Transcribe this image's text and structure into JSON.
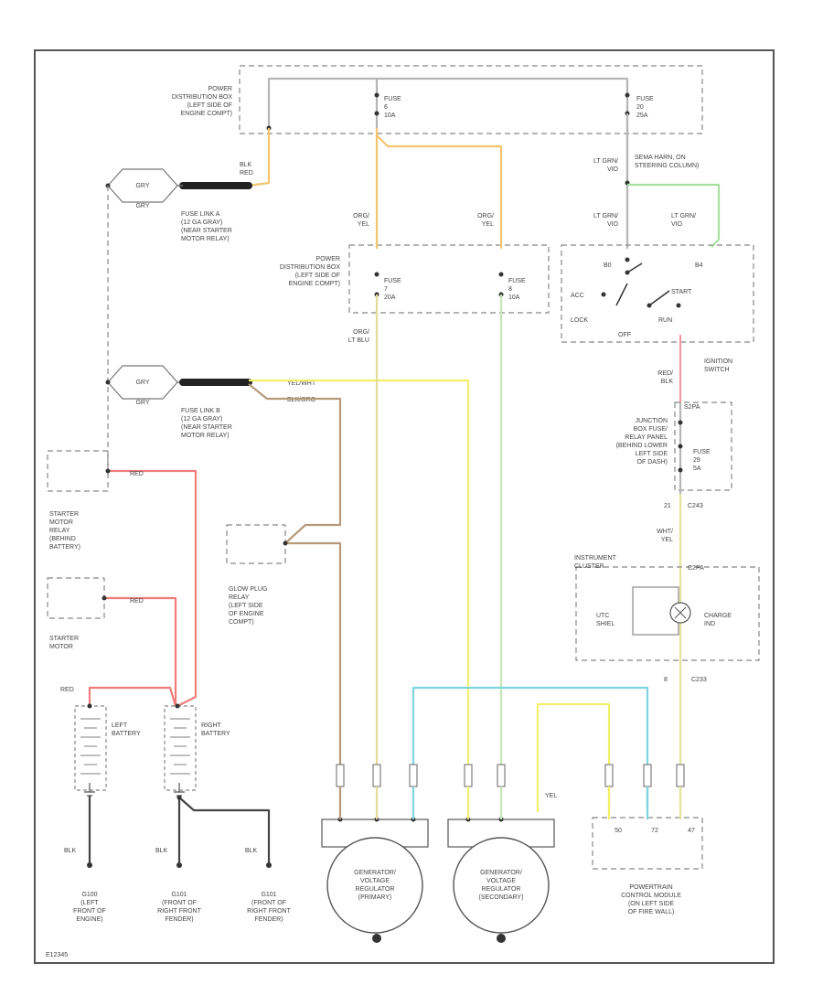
{
  "colors": {
    "orange": "#f5c46e",
    "yellow": "#f2ef6a",
    "tan": "#b79a7c",
    "red": "#ef7b7b",
    "cyan": "#7dd5e0",
    "green": "#a6e3a0",
    "pale_green": "#c6e6b6",
    "pink": "#ef9aa3",
    "gray": "#b5b5b5",
    "black": "#222222"
  },
  "pdb_top": {
    "lines": [
      "POWER",
      "DISTRIBUTION BOX",
      "(LEFT SIDE OF",
      "ENGINE COMPT)"
    ],
    "fuse_a": [
      "FUSE",
      "6",
      "10A"
    ],
    "fuse_b": [
      "FUSE",
      "20",
      "25A"
    ]
  },
  "pdb_mid": {
    "lines": [
      "POWER",
      "DISTRIBUTION BOX",
      "(LEFT SIDE OF",
      "ENGINE COMPT)"
    ],
    "fuse_a": [
      "FUSE",
      "7",
      "20A"
    ],
    "fuse_b": [
      "FUSE",
      "8",
      "10A"
    ]
  },
  "fuse_link_a": {
    "wire_top": "GRY",
    "wire_bottom": "GRY",
    "end_label": [
      "BLK",
      "RED"
    ],
    "lines": [
      "FUSE LINK A",
      "(12 GA GRAY)",
      "(NEAR STARTER",
      "MOTOR RELAY)"
    ]
  },
  "fuse_link_b": {
    "wire_top": "GRY",
    "wire_bottom": "GRY",
    "wire_a": "YEL/WHT",
    "wire_b": "BLK/ORG",
    "lines": [
      "FUSE LINK B",
      "(12 GA GRAY)",
      "(NEAR STARTER",
      "MOTOR RELAY)"
    ]
  },
  "wires": {
    "org_yel_1": [
      "ORG/",
      "YEL"
    ],
    "org_yel_2": [
      "ORG/",
      "YEL"
    ],
    "org_ltblu": [
      "ORG/",
      "LT BLU"
    ],
    "lt_grn_vio_1": [
      "LT GRN/",
      "VIO"
    ],
    "lt_grn_vio_2": [
      "LT GRN/",
      "VIO"
    ],
    "lt_grn_vio_3": [
      "LT GRN/",
      "VIO"
    ],
    "sema_harn": [
      "SEMA HARN, ON",
      "STEERING COLUMN)"
    ],
    "red_blk": [
      "RED/",
      "BLK"
    ],
    "wht_yel": [
      "WHT/",
      "YEL"
    ],
    "red_1": "RED",
    "red_2": "RED",
    "red_3": "RED",
    "blk_1": "BLK",
    "blk_2": "BLK",
    "blk_3": "BLK",
    "yel_pcm": "YEL"
  },
  "ignition": {
    "pos_b0": "B0",
    "pos_b4": "B4",
    "acc": "ACC",
    "lock": "LOCK",
    "off": "OFF",
    "start": "START",
    "run": "RUN",
    "lines": [
      "IGNITION",
      "SWITCH"
    ]
  },
  "junction_box": {
    "lines": [
      "JUNCTION",
      "BOX FUSE/",
      "RELAY PANEL",
      "(BEHIND LOWER",
      "LEFT SIDE",
      "OF DASH)"
    ],
    "fuse": [
      "FUSE",
      "29",
      "5A"
    ],
    "conn": "S2PA",
    "c1": "21",
    "c1b": "C243"
  },
  "instrument": {
    "lines": [
      "INSTRUMENT",
      "CLUSTER"
    ],
    "conn": "C2PA",
    "left": [
      "UTC",
      "SHIEL"
    ],
    "right": [
      "CHARGE",
      "IND"
    ],
    "c2": "8",
    "c2b": "C233"
  },
  "starter_relay": {
    "lines": [
      "STARTER",
      "MOTOR",
      "RELAY",
      "(BEHIND",
      "BATTERY)"
    ]
  },
  "starter_motor": {
    "lines": [
      "STARTER",
      "MOTOR"
    ]
  },
  "glow_relay": {
    "lines": [
      "GLOW PLUG",
      "RELAY",
      "(LEFT SIDE",
      "OF ENGINE",
      "COMPT)"
    ]
  },
  "battery_left": {
    "lines": [
      "LEFT",
      "BATTERY"
    ]
  },
  "battery_right": {
    "lines": [
      "RIGHT",
      "BATTERY"
    ]
  },
  "grounds": [
    {
      "id": "G100",
      "lines": [
        "G100",
        "(LEFT",
        "FRONT OF",
        "ENGINE)"
      ]
    },
    {
      "id": "G101",
      "lines": [
        "G101",
        "(FRONT OF",
        "RIGHT FRONT",
        "FENDER)"
      ]
    },
    {
      "id": "G101b",
      "lines": [
        "G101",
        "(FRONT OF",
        "RIGHT FRONT",
        "FENDER)"
      ]
    }
  ],
  "gen_primary": {
    "lines": [
      "GENERATOR/",
      "VOLTAGE",
      "REGULATOR",
      "(PRIMARY)"
    ]
  },
  "gen_secondary": {
    "lines": [
      "GENERATOR/",
      "VOLTAGE",
      "REGULATOR",
      "(SECONDARY)"
    ]
  },
  "pcm": {
    "lines": [
      "POWERTRAIN",
      "CONTROL MODULE",
      "(ON LEFT SIDE",
      "OF FIRE WALL)"
    ],
    "pins": [
      "50",
      "72",
      "47"
    ]
  },
  "footer": "E12345"
}
